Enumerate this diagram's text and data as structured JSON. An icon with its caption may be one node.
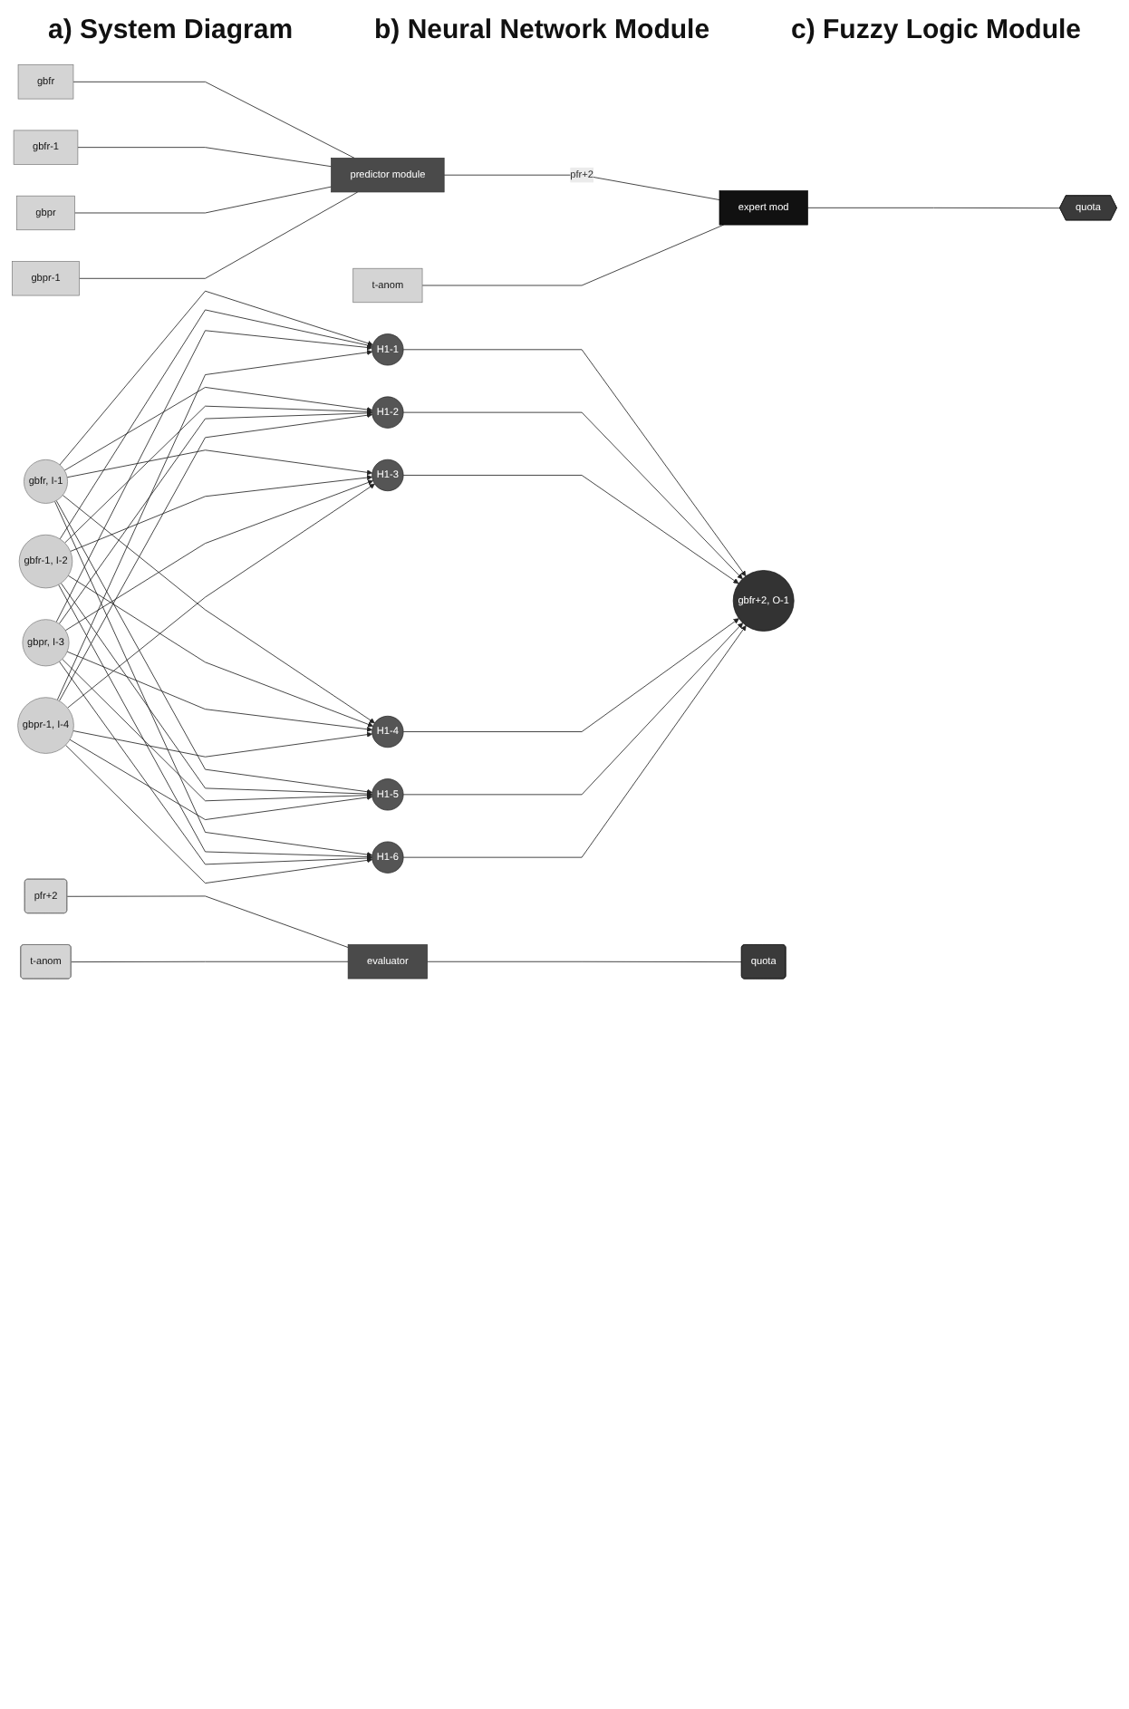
{
  "diagram": {
    "nodes": [
      {
        "text": [
          "gbfr"
        ]
      },
      {
        "text": [
          "gbfr-1"
        ]
      },
      {
        "text": [
          "gbpr"
        ]
      },
      {
        "text": [
          "gbpr-1"
        ]
      },
      {
        "text": [
          "predictor module"
        ]
      },
      {
        "text": [
          "expert mod"
        ]
      },
      {
        "text": [
          "t-anom"
        ]
      },
      {
        "text": [
          "quota"
        ]
      },
      {
        "text": [
          "gbfr+2, O-1"
        ]
      },
      {
        "text": [
          "H1-1"
        ]
      },
      {
        "text": [
          "H1-2"
        ]
      },
      {
        "text": [
          "H1-3"
        ]
      },
      {
        "text": [
          "H1-4"
        ]
      },
      {
        "text": [
          "H1-5"
        ]
      },
      {
        "text": [
          "H1-6"
        ]
      },
      {
        "text": [
          "gbfr, I-1"
        ]
      },
      {
        "text": [
          "gbfr-1, I-2"
        ]
      },
      {
        "text": [
          "gbpr, I-3"
        ]
      },
      {
        "text": [
          "gbpr-1, I-4"
        ]
      },
      {
        "text": [
          "pfr+2"
        ]
      },
      {
        "text": [
          "t-anom"
        ]
      },
      {
        "text": [
          "evaluator"
        ]
      },
      {
        "text": [
          "quota"
        ]
      }
    ],
    "edges": [
      {
        "from": 0,
        "to": 4,
        "arrow": "none"
      },
      {
        "from": 1,
        "to": 4,
        "arrow": "none"
      },
      {
        "from": 2,
        "to": 4,
        "arrow": "none"
      },
      {
        "from": 3,
        "to": 4,
        "arrow": "none"
      },
      {
        "from": 4,
        "to": 5,
        "label": "pfr+2",
        "arrow": "none"
      },
      {
        "from": 6,
        "to": 5,
        "arrow": "none"
      },
      {
        "from": 5,
        "to": 7,
        "arrow": "none"
      },
      {
        "from": 15,
        "to": 9,
        "arrow": "to"
      },
      {
        "from": 15,
        "to": 10,
        "arrow": "to"
      },
      {
        "from": 15,
        "to": 11,
        "arrow": "to"
      },
      {
        "from": 15,
        "to": 12,
        "arrow": "to"
      },
      {
        "from": 15,
        "to": 13,
        "arrow": "to"
      },
      {
        "from": 15,
        "to": 14,
        "arrow": "to"
      },
      {
        "from": 16,
        "to": 9,
        "arrow": "to"
      },
      {
        "from": 16,
        "to": 10,
        "arrow": "to"
      },
      {
        "from": 16,
        "to": 11,
        "arrow": "to"
      },
      {
        "from": 16,
        "to": 12,
        "arrow": "to"
      },
      {
        "from": 16,
        "to": 13,
        "arrow": "to"
      },
      {
        "from": 16,
        "to": 14,
        "arrow": "to"
      },
      {
        "from": 17,
        "to": 9,
        "arrow": "to"
      },
      {
        "from": 17,
        "to": 10,
        "arrow": "to"
      },
      {
        "from": 17,
        "to": 11,
        "arrow": "to"
      },
      {
        "from": 17,
        "to": 12,
        "arrow": "to"
      },
      {
        "from": 17,
        "to": 13,
        "arrow": "to"
      },
      {
        "from": 17,
        "to": 14,
        "arrow": "to"
      },
      {
        "from": 18,
        "to": 9,
        "arrow": "to"
      },
      {
        "from": 18,
        "to": 10,
        "arrow": "to"
      },
      {
        "from": 18,
        "to": 11,
        "arrow": "to"
      },
      {
        "from": 18,
        "to": 12,
        "arrow": "to"
      },
      {
        "from": 18,
        "to": 13,
        "arrow": "to"
      },
      {
        "from": 18,
        "to": 14,
        "arrow": "to"
      },
      {
        "from": 9,
        "to": 8,
        "arrow": "to"
      },
      {
        "from": 10,
        "to": 8,
        "arrow": "to"
      },
      {
        "from": 11,
        "to": 8,
        "arrow": "to"
      },
      {
        "from": 12,
        "to": 8,
        "arrow": "to"
      },
      {
        "from": 13,
        "to": 8,
        "arrow": "to"
      },
      {
        "from": 14,
        "to": 8,
        "arrow": "to"
      },
      {
        "from": 19,
        "to": 21,
        "arrow": "none"
      },
      {
        "from": 20,
        "to": 21,
        "arrow": "none"
      },
      {
        "from": 21,
        "to": 22,
        "arrow": "none"
      }
    ],
    "labels": [
      "a) System Diagram",
      "b) Neural Network Module",
      "c) Fuzzy Logic Module"
    ]
  }
}
